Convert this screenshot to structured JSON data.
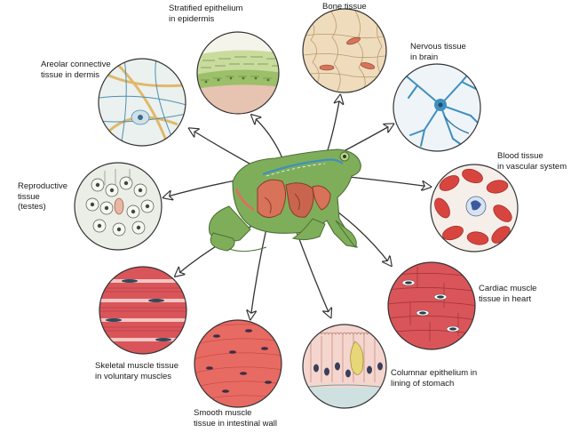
{
  "labels": {
    "epidermis": [
      "Stratified epithelium",
      "in epidermis"
    ],
    "bone": [
      "Bone tissue"
    ],
    "nervous": [
      "Nervous tissue",
      "in brain"
    ],
    "areolar": [
      "Areolar connective",
      "tissue in dermis"
    ],
    "reproductive": [
      "Reproductive",
      "tissue",
      "(testes)"
    ],
    "blood": [
      "Blood tissue",
      "in vascular system"
    ],
    "cardiac": [
      "Cardiac muscle",
      "tissue in heart"
    ],
    "skeletal": [
      "Skeletal muscle tissue",
      "in voluntary muscles"
    ],
    "smooth": [
      "Smooth muscle",
      "tissue in intestinal wall"
    ],
    "columnar": [
      "Columnar epithelium in",
      "lining of stomach"
    ]
  },
  "colors": {
    "frog_skin": "#7fae5a",
    "frog_organs": "#d8735a",
    "muscle": "#d9555a",
    "blood": "#d8453f",
    "nerve": "#3f8fbf",
    "epidermis": "#9cbf6a",
    "bone": "#e8cfa8",
    "arrow": "#333333"
  }
}
